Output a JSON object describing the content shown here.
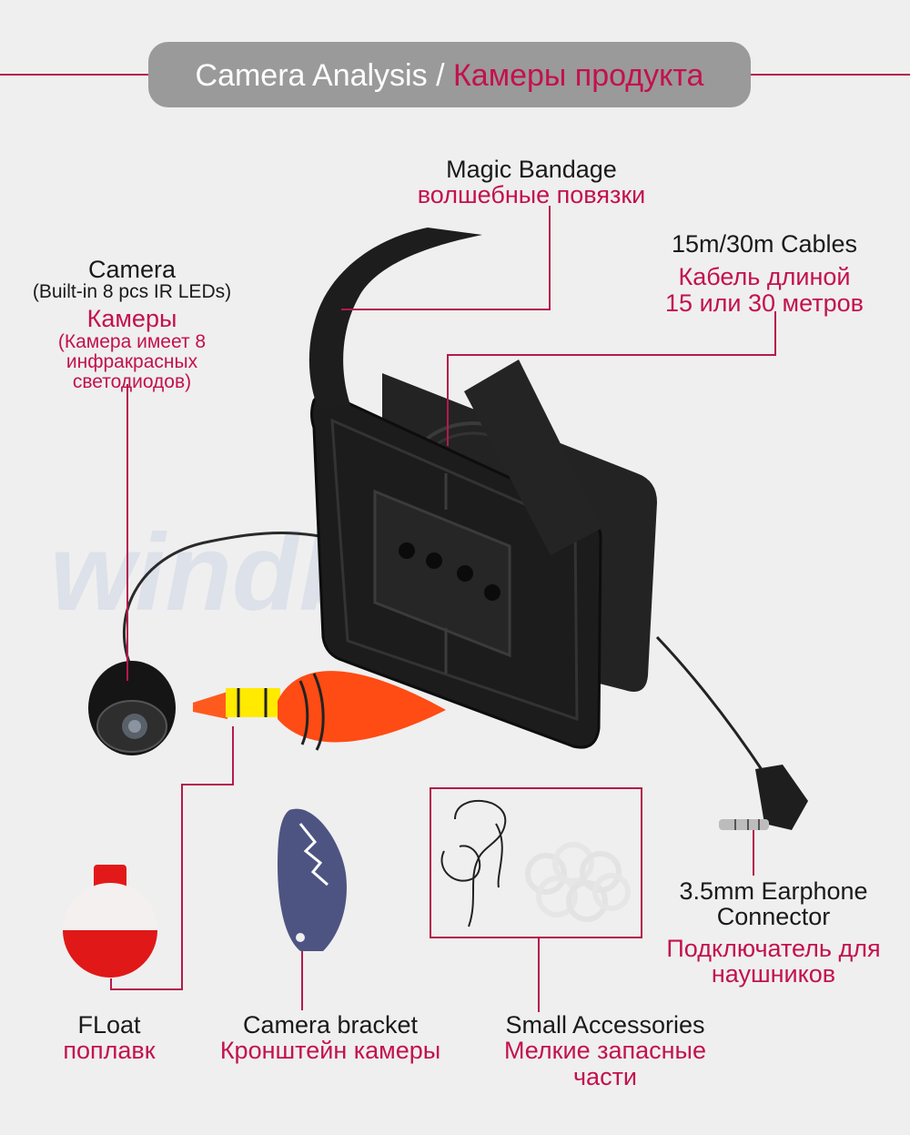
{
  "header": {
    "title_en": "Camera Analysis",
    "separator": "/",
    "title_ru": "Камеры   продукта"
  },
  "watermark": "windbest",
  "labels": {
    "magic_bandage": {
      "en": "Magic Bandage",
      "ru": "волшебные повязки"
    },
    "cables": {
      "en": "15m/30m Cables",
      "ru_line1": "Кабель длиной",
      "ru_line2": "15 или 30 метров"
    },
    "camera": {
      "en": "Camera",
      "en_sub": "(Built-in 8 pcs IR LEDs)",
      "ru": "Камеры",
      "ru_sub1": "(Камера  имеет 8",
      "ru_sub2": "инфракрасных",
      "ru_sub3": "светодиодов)"
    },
    "float": {
      "en": "FLoat",
      "ru": "поплавк"
    },
    "bracket": {
      "en": "Camera bracket",
      "ru": "Кронштейн камеры"
    },
    "accessories": {
      "en": "Small  Accessories",
      "ru_line1": "Мелкие запасные",
      "ru_line2": "части"
    },
    "earphone": {
      "en_line1": "3.5mm  Earphone",
      "en_line2": "Connector",
      "ru_line1": "Подключатель для",
      "ru_line2": "наушников"
    }
  },
  "colors": {
    "accent_red": "#c3114e",
    "leader_line": "#b51a4a",
    "banner_bg": "#9a9a9a",
    "background": "#efefef"
  }
}
